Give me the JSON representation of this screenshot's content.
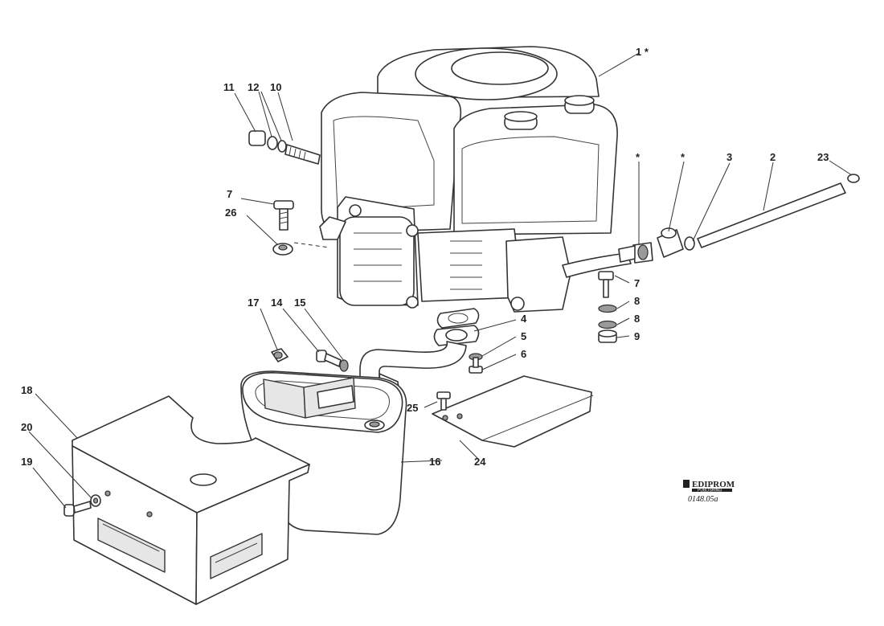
{
  "callouts": {
    "p1": "1 *",
    "p2": "2",
    "p3": "3",
    "p4": "4",
    "p5": "5",
    "p6": "6",
    "p7a": "7",
    "p7b": "7",
    "p8a": "8",
    "p8b": "8",
    "p9": "9",
    "p10": "10",
    "p11": "11",
    "p12": "12",
    "p14": "14",
    "p15": "15",
    "p16": "16",
    "p17": "17",
    "p18": "18",
    "p19": "19",
    "p20": "20",
    "p23": "23",
    "p24": "24",
    "p25": "25",
    "p26": "26",
    "star_a": "*",
    "star_b": "*"
  },
  "branding": {
    "logo": "EDIPROM",
    "logo_sub": "PUBLISHING",
    "drawing_code": "0148.05a"
  }
}
